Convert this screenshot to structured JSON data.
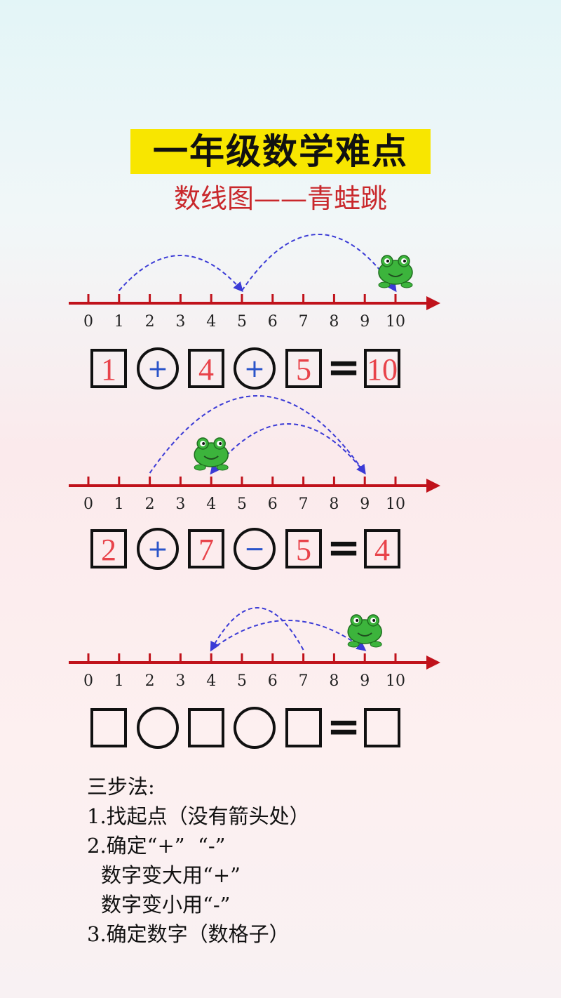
{
  "title": "一年级数学难点",
  "subtitle": "数线图——青蛙跳",
  "colors": {
    "title_bg": "#f8e600",
    "axis": "#c0121b",
    "number": "#e8434a",
    "operator": "#2a54c9",
    "jump": "#3b3bd6",
    "frog": "#3cb43c"
  },
  "number_line": {
    "ticks": [
      "0",
      "1",
      "2",
      "3",
      "4",
      "5",
      "6",
      "7",
      "8",
      "9",
      "10"
    ]
  },
  "diagrams": [
    {
      "jumps": [
        {
          "from": 1,
          "to": 5
        },
        {
          "from": 5,
          "to": 10
        }
      ],
      "frog_at": 10,
      "equation": {
        "n1": "1",
        "op1": "+",
        "n2": "4",
        "op2": "+",
        "n3": "5",
        "eq": "=",
        "result": "10"
      }
    },
    {
      "jumps": [
        {
          "from": 2,
          "to": 9
        },
        {
          "from": 9,
          "to": 4
        }
      ],
      "frog_at": 4,
      "equation": {
        "n1": "2",
        "op1": "+",
        "n2": "7",
        "op2": "−",
        "n3": "5",
        "eq": "=",
        "result": "4"
      }
    },
    {
      "jumps": [
        {
          "from": 7,
          "to": 4
        },
        {
          "from": 4,
          "to": 9
        }
      ],
      "frog_at": 9,
      "equation": {
        "n1": "",
        "op1": "",
        "n2": "",
        "op2": "",
        "n3": "",
        "eq": "=",
        "result": ""
      }
    }
  ],
  "steps": {
    "heading": "三步法:",
    "s1": "1.找起点（没有箭头处）",
    "s2": "2.确定“+”  “-”",
    "s2a": "数字变大用“+”",
    "s2b": "数字变小用“-”",
    "s3": "3.确定数字（数格子）"
  }
}
